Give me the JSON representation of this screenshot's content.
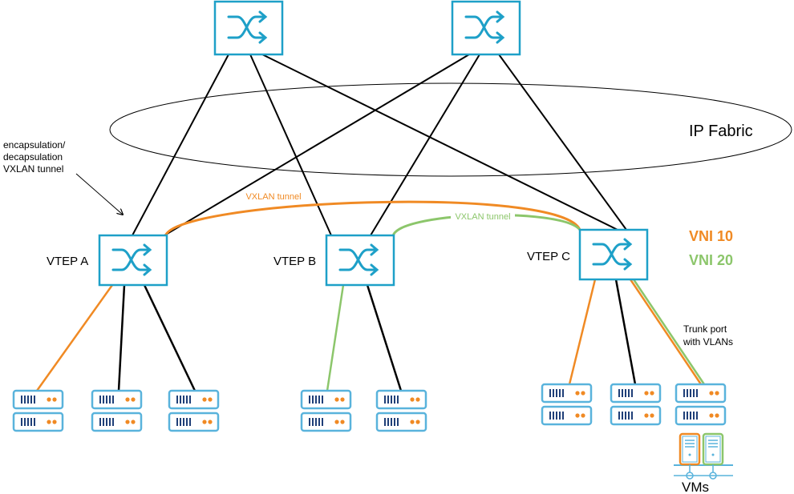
{
  "labels": {
    "fabric": "IP Fabric",
    "encap_line1": "encapsulation/",
    "encap_line2": "decapsulation",
    "encap_line3": "VXLAN tunnel",
    "vtep_a": "VTEP A",
    "vtep_b": "VTEP B",
    "vtep_c": "VTEP C",
    "tunnel_orange": "VXLAN tunnel",
    "tunnel_green": "VXLAN tunnel",
    "vni10": "VNI 10",
    "vni20": "VNI 20",
    "trunk_line1": "Trunk port",
    "trunk_line2": "with VLANs",
    "vms": "VMs"
  },
  "colors": {
    "switch": "#1ea0c8",
    "vni10": "#f08a24",
    "vni20": "#8cc66b",
    "server_outline": "#59b3dc",
    "server_bars": "#1f3f78",
    "server_dots": "#f08a24",
    "line": "#000000"
  },
  "icons": {
    "switch": "switch-icon",
    "server": "server-icon",
    "vm": "vm-icon"
  }
}
